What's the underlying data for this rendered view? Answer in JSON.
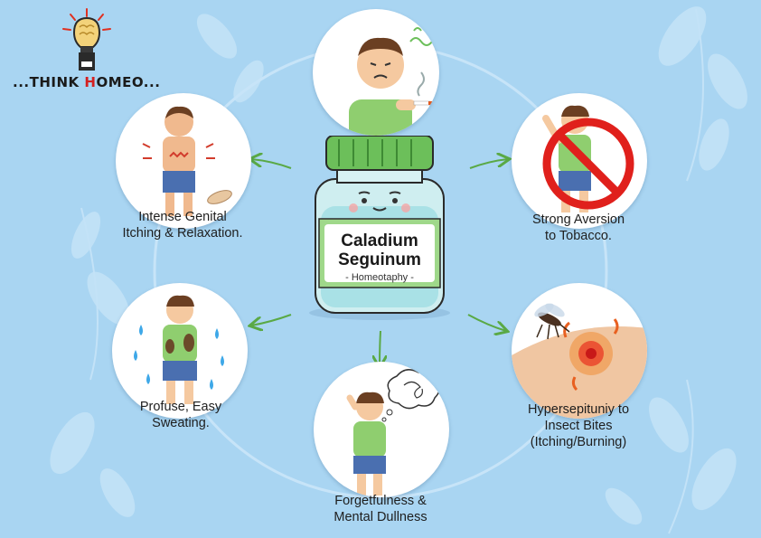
{
  "logo": {
    "prefix": "...THINK ",
    "accent_h": "H",
    "middle": "OMEO",
    "suffix": "..."
  },
  "remedy": {
    "line1": "Caladium",
    "line2": "Seguinum",
    "sub": "- Homeotaphy -"
  },
  "symptoms": [
    {
      "lines": [
        "Intense Genital",
        "Itching & Relaxation."
      ]
    },
    {
      "lines": [
        "Strong Aversion",
        "to Tobacco."
      ]
    },
    {
      "lines": [
        "Profuse, Easy",
        "Sweating."
      ]
    },
    {
      "lines": [
        "Hypersepituniy to",
        "Insect Bites",
        "(Itching/Burning)"
      ]
    },
    {
      "lines": [
        "Forgetfulness &",
        "Mental Dullness"
      ]
    }
  ],
  "icons": [
    "lightbulb-brain-icon",
    "cigarette-icon",
    "prohibited-icon",
    "mosquito-icon",
    "thought-cloud-icon",
    "sweat-drops-icon"
  ],
  "colors": {
    "background": "#a9d5f2",
    "bottle_cap": "#6cbf5a",
    "bottle_label_band": "#9fd88a",
    "shirt_green": "#8fce6f",
    "shorts_blue": "#4a6fb0",
    "prohibit_red": "#e0201c",
    "arrow_green": "#5aa945",
    "logo_red": "#d42020"
  }
}
